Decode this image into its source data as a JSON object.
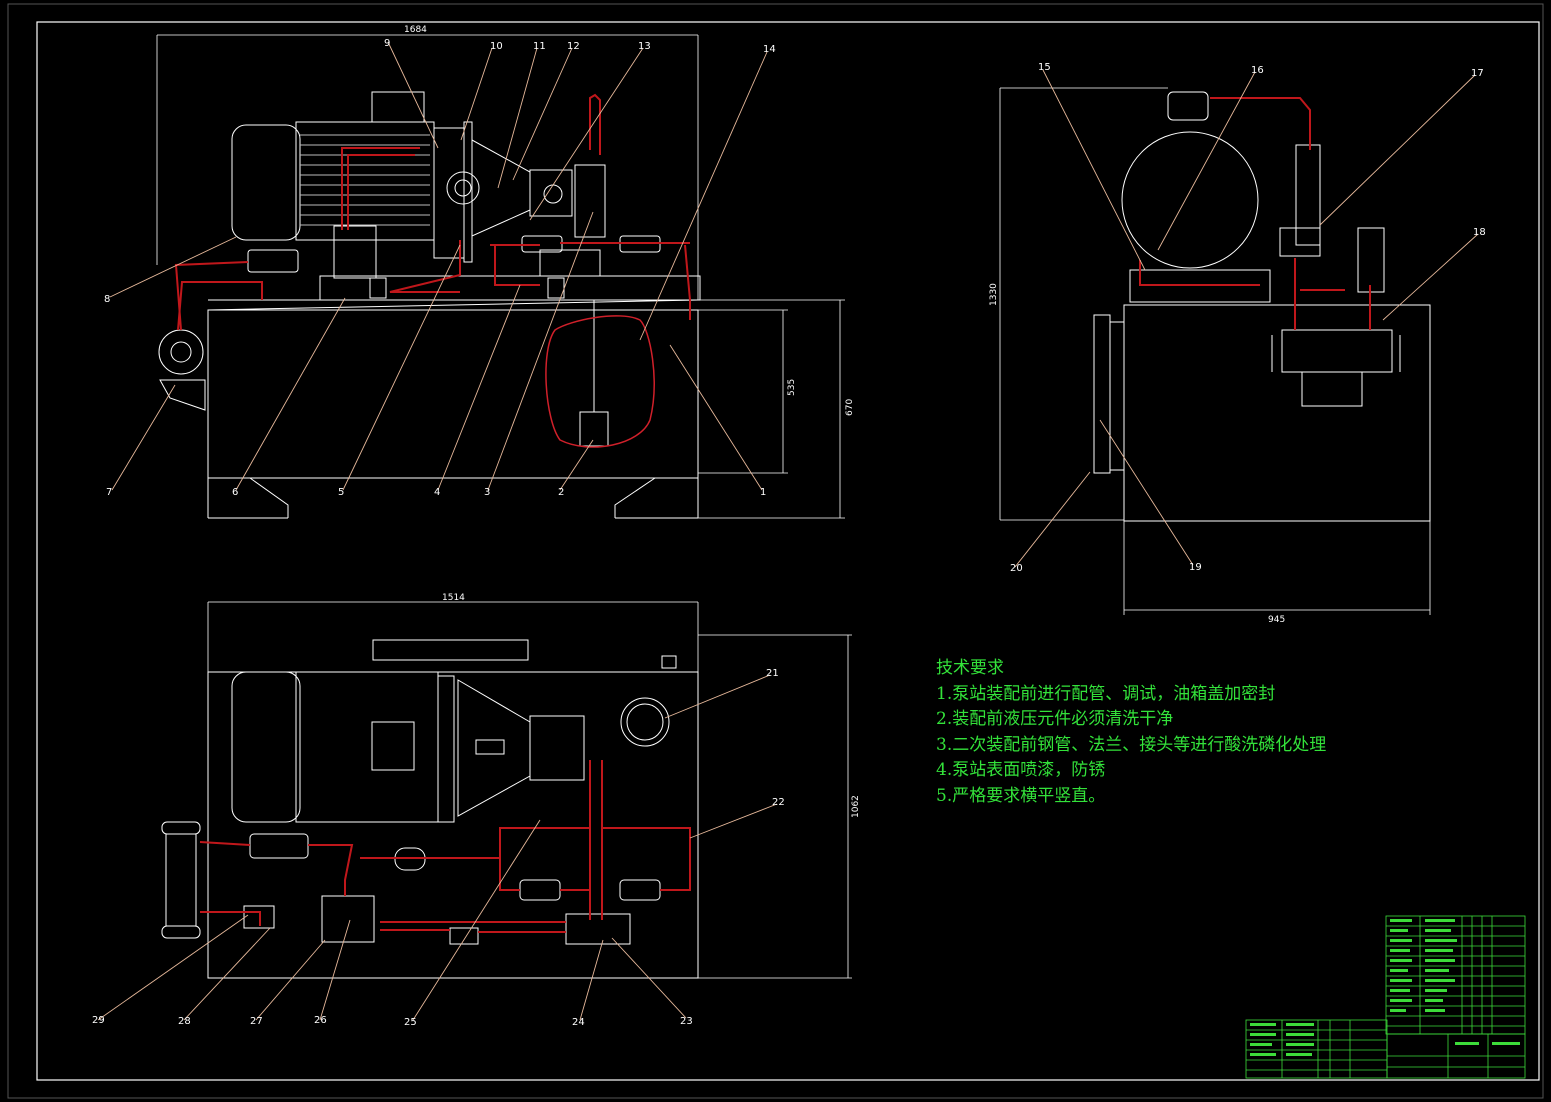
{
  "dimensions": {
    "front_width": "1684",
    "front_tank_height": "535",
    "front_total_height": "670",
    "side_height": "1330",
    "side_width": "945",
    "top_width": "1514",
    "top_depth": "1062"
  },
  "callouts": [
    "1",
    "2",
    "3",
    "4",
    "5",
    "6",
    "7",
    "8",
    "9",
    "10",
    "11",
    "12",
    "13",
    "14",
    "15",
    "16",
    "17",
    "18",
    "19",
    "20",
    "21",
    "22",
    "23",
    "24",
    "25",
    "26",
    "27",
    "28",
    "29"
  ],
  "notes": {
    "title": "技术要求",
    "items": [
      "1.泵站装配前进行配管、调试，油箱盖加密封",
      "2.装配前液压元件必须清洗干净",
      "3.二次装配前钢管、法兰、接头等进行酸洗磷化处理",
      "4.泵站表面喷漆，防锈",
      "5.严格要求横平竖直。"
    ]
  },
  "colors": {
    "background": "#000000",
    "lines": "#ffffff",
    "pipes": "#c0171b",
    "leaders": "#e6b89a",
    "text_notes": "#33e23a",
    "title_block": "#3ddc3a"
  }
}
